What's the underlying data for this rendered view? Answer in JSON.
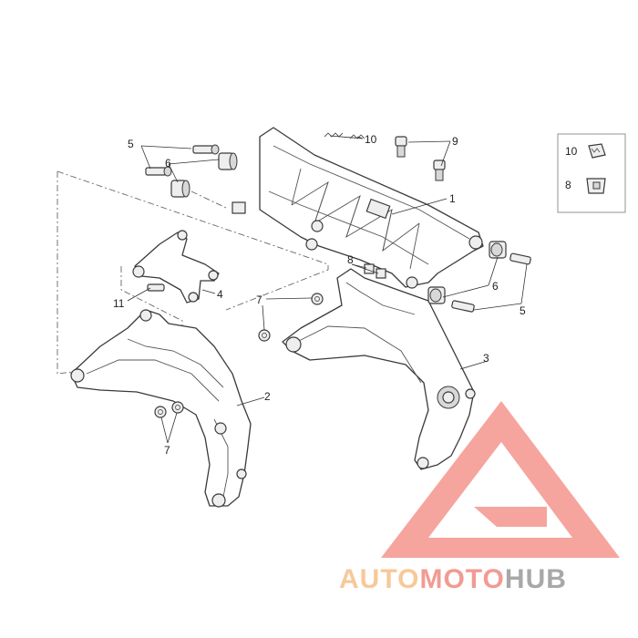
{
  "diagram": {
    "callouts": {
      "c1": "1",
      "c2": "2",
      "c3": "3",
      "c4": "4",
      "c5a": "5",
      "c5b": "5",
      "c6a": "6",
      "c6b": "6",
      "c7a": "7",
      "c7b": "7",
      "c8": "8",
      "c9": "9",
      "c10": "10",
      "c11": "11"
    },
    "legend": {
      "item_10": "10",
      "item_8": "8"
    }
  },
  "watermark": {
    "part1": "AUTO",
    "part2": "MOTO",
    "part3": "HUB",
    "colors": {
      "auto": "#f5c08a",
      "moto": "#f08a80",
      "hub": "#9a9a9a",
      "triangle": "#f07a70"
    }
  }
}
